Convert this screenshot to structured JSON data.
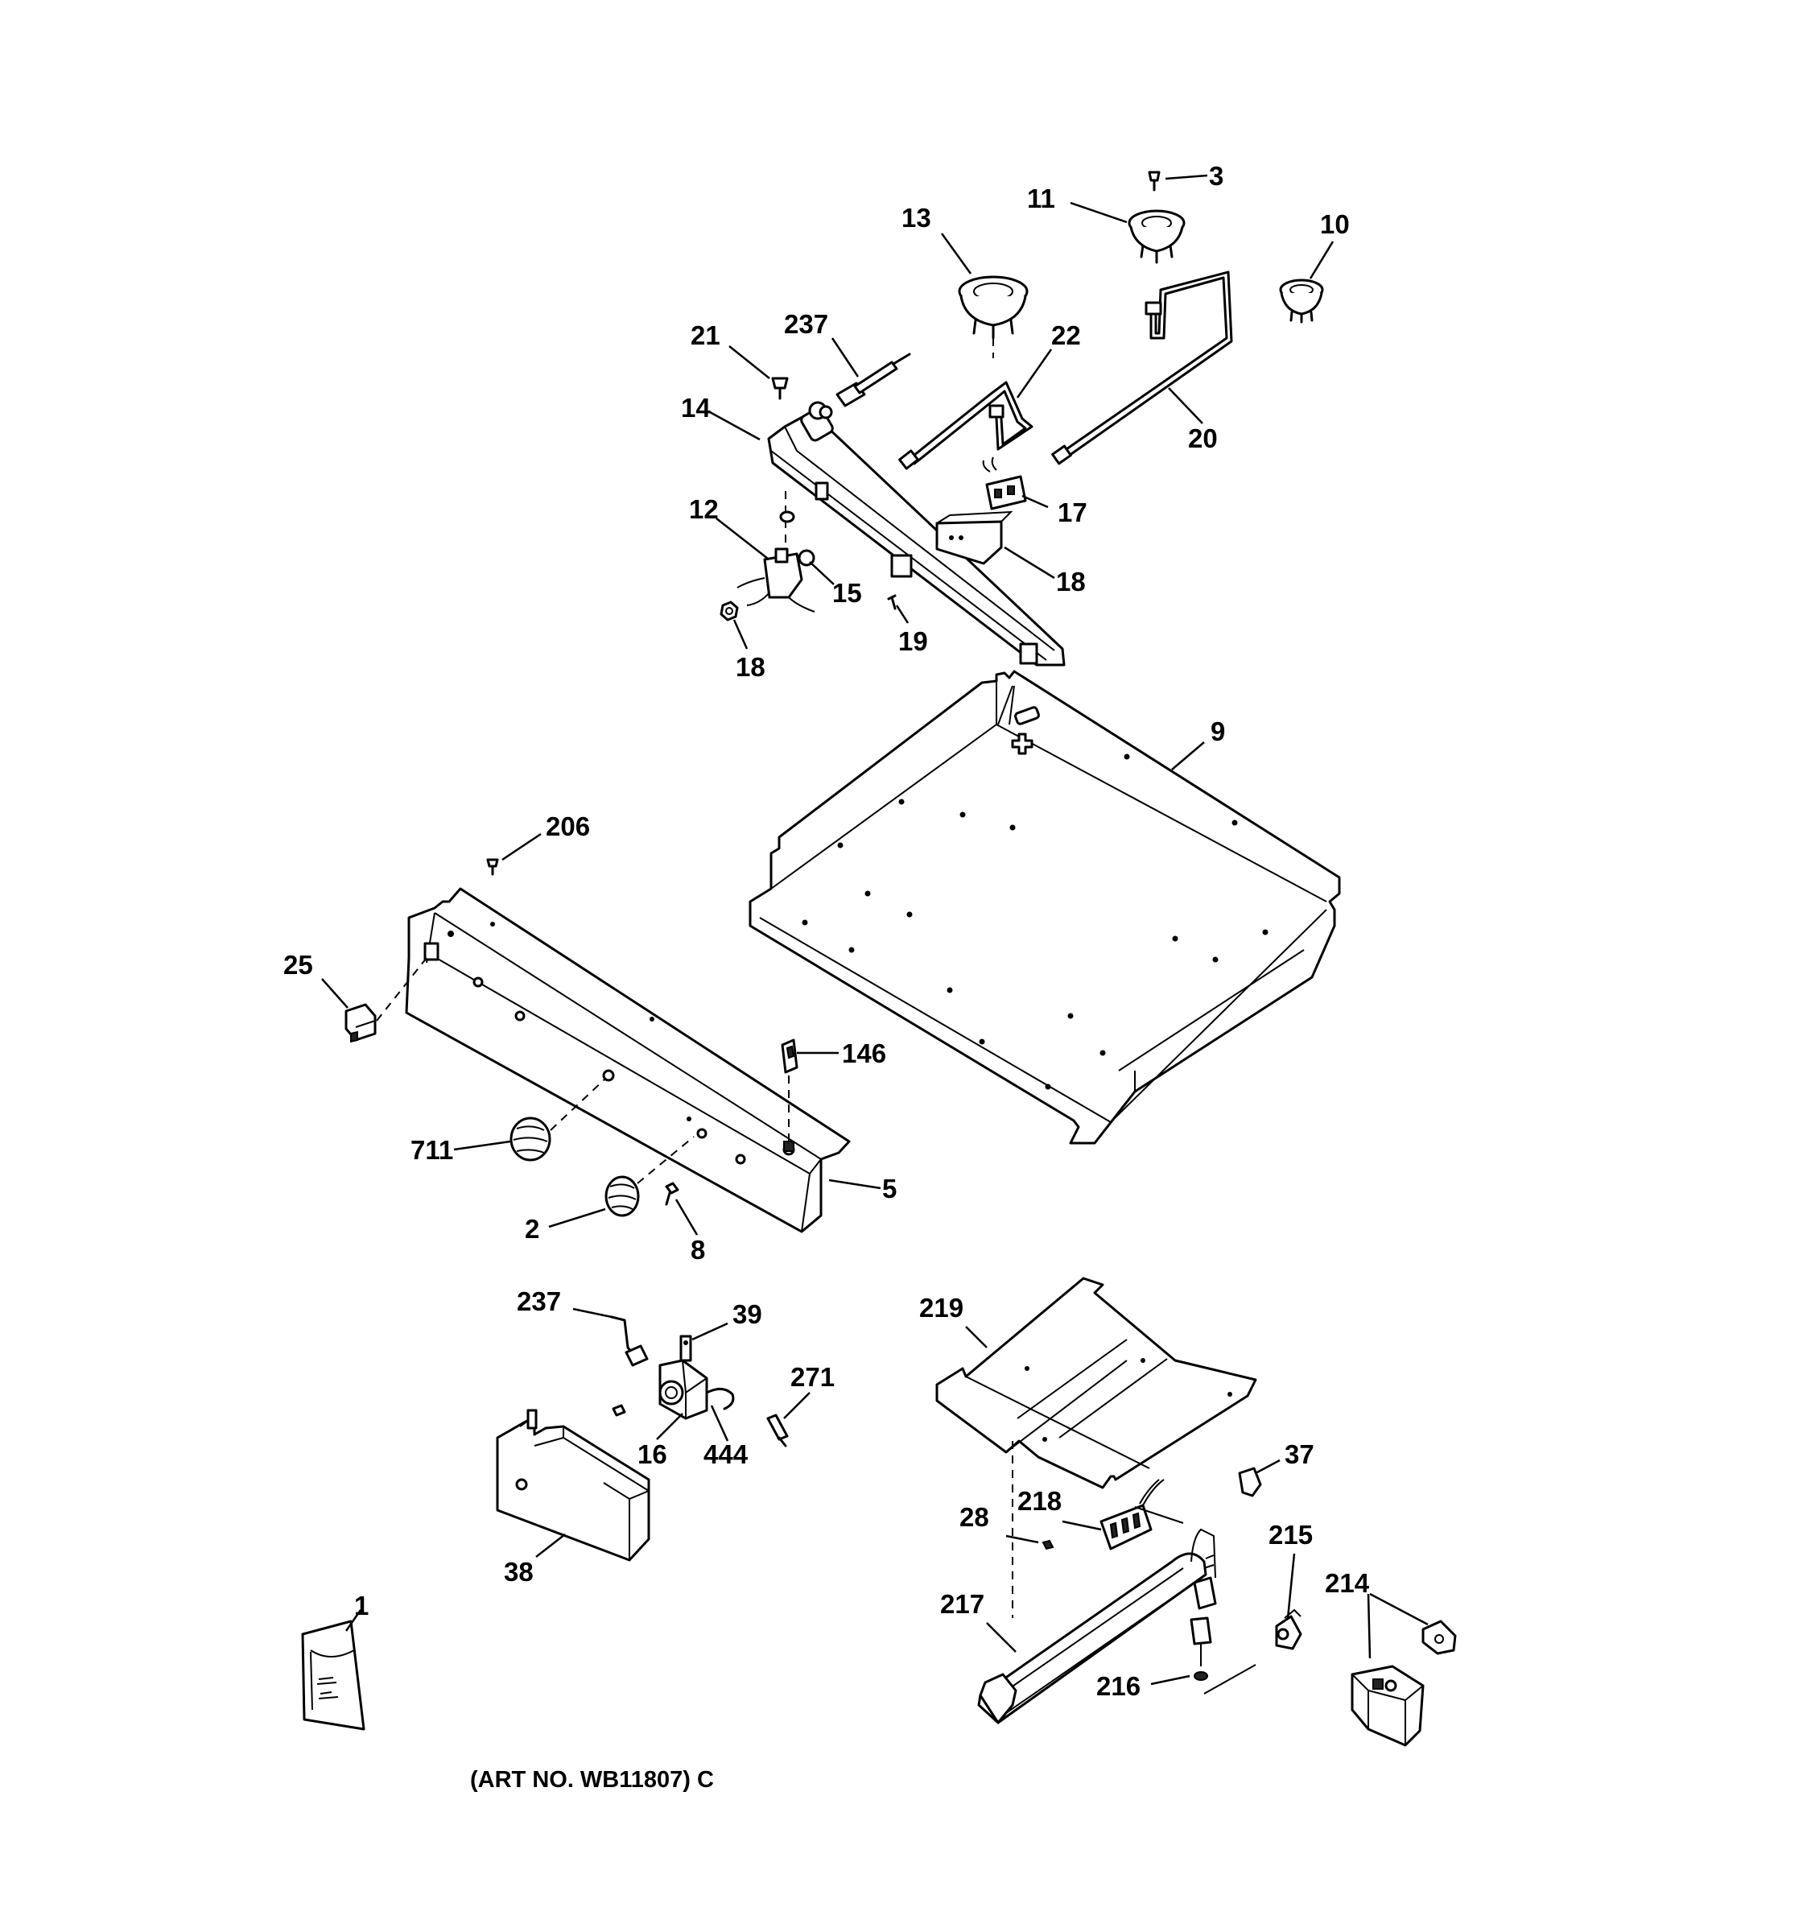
{
  "diagram": {
    "caption": "(ART NO. WB11807) C",
    "callouts": [
      {
        "id": "c3",
        "text": "3"
      },
      {
        "id": "c11",
        "text": "11"
      },
      {
        "id": "c13",
        "text": "13"
      },
      {
        "id": "c10",
        "text": "10"
      },
      {
        "id": "c21",
        "text": "21"
      },
      {
        "id": "c237a",
        "text": "237"
      },
      {
        "id": "c22",
        "text": "22"
      },
      {
        "id": "c14",
        "text": "14"
      },
      {
        "id": "c20",
        "text": "20"
      },
      {
        "id": "c12",
        "text": "12"
      },
      {
        "id": "c17",
        "text": "17"
      },
      {
        "id": "c18a",
        "text": "18"
      },
      {
        "id": "c15",
        "text": "15"
      },
      {
        "id": "c19",
        "text": "19"
      },
      {
        "id": "c18b",
        "text": "18"
      },
      {
        "id": "c9",
        "text": "9"
      },
      {
        "id": "c206",
        "text": "206"
      },
      {
        "id": "c25",
        "text": "25"
      },
      {
        "id": "c146",
        "text": "146"
      },
      {
        "id": "c711",
        "text": "711"
      },
      {
        "id": "c5",
        "text": "5"
      },
      {
        "id": "c2",
        "text": "2"
      },
      {
        "id": "c8",
        "text": "8"
      },
      {
        "id": "c237b",
        "text": "237"
      },
      {
        "id": "c39",
        "text": "39"
      },
      {
        "id": "c271",
        "text": "271"
      },
      {
        "id": "c16",
        "text": "16"
      },
      {
        "id": "c444",
        "text": "444"
      },
      {
        "id": "c38",
        "text": "38"
      },
      {
        "id": "c219",
        "text": "219"
      },
      {
        "id": "c37",
        "text": "37"
      },
      {
        "id": "c218",
        "text": "218"
      },
      {
        "id": "c28",
        "text": "28"
      },
      {
        "id": "c215",
        "text": "215"
      },
      {
        "id": "c214",
        "text": "214"
      },
      {
        "id": "c217",
        "text": "217"
      },
      {
        "id": "c216",
        "text": "216"
      },
      {
        "id": "c1",
        "text": "1"
      }
    ]
  }
}
